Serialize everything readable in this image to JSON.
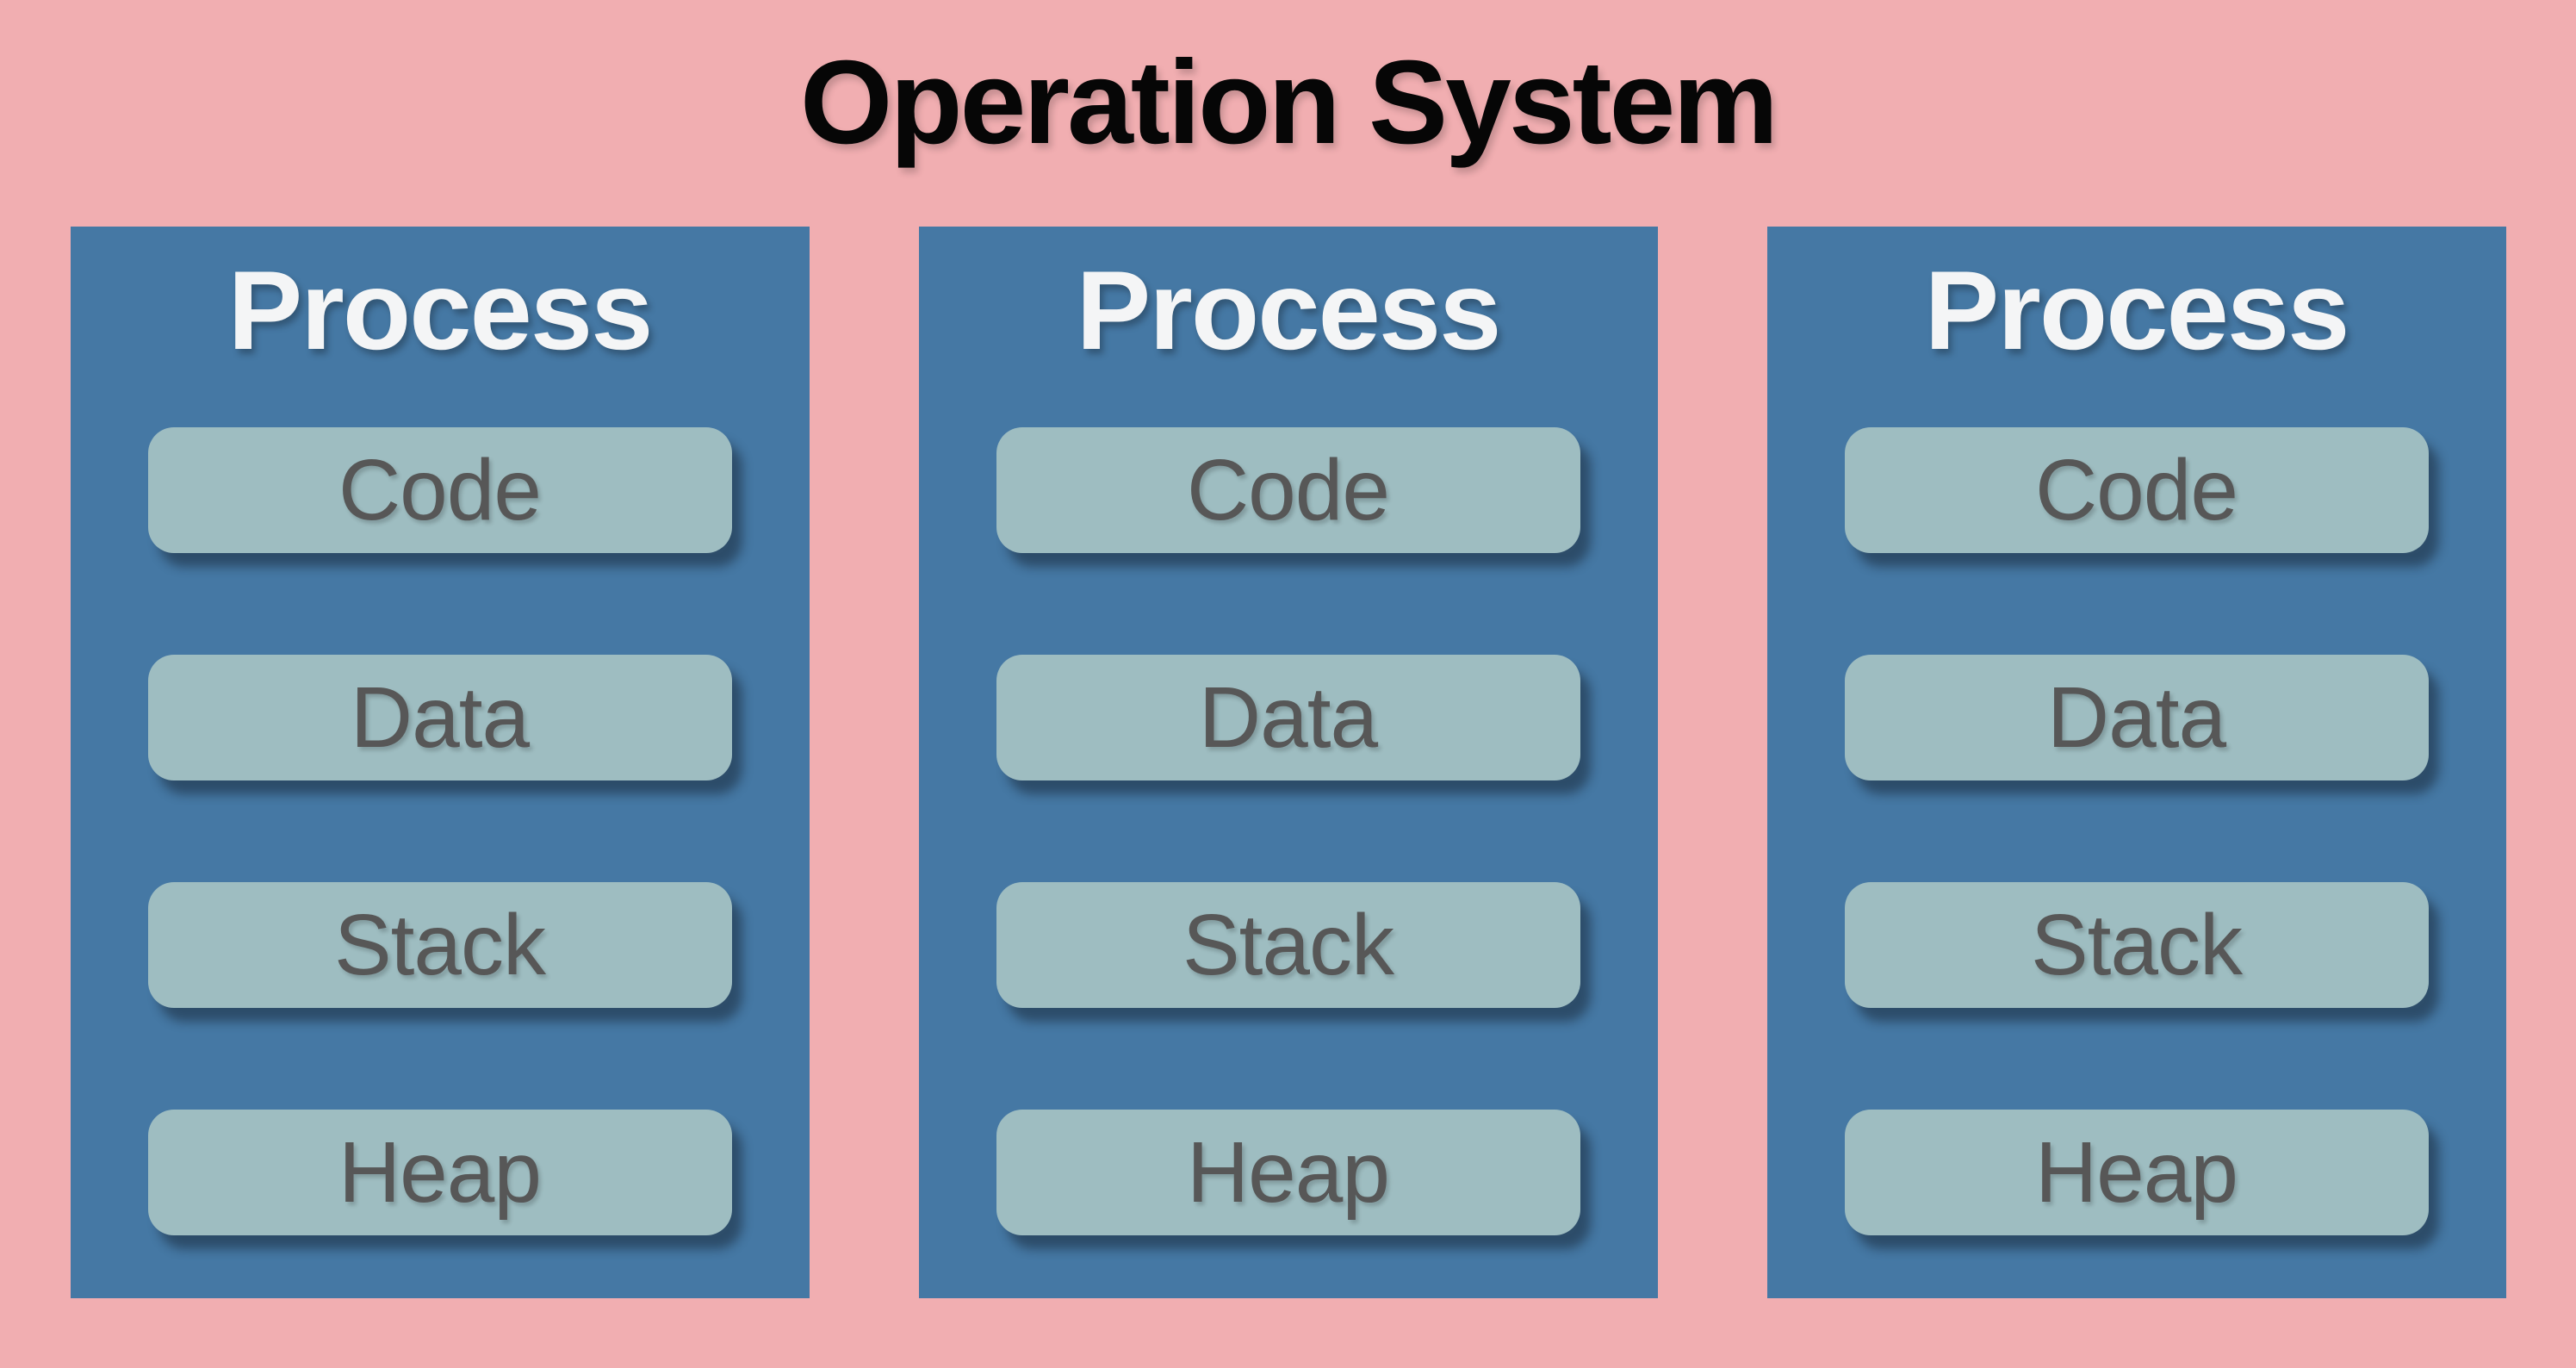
{
  "title": "Operation System",
  "colors": {
    "bg": "#F1AEB1",
    "process-fill": "#4578A4",
    "segment-fill": "#9EBDC1",
    "segment-text": "#575757",
    "process-title-text": "#F4F5F6",
    "title-text": "#060606"
  },
  "processes": [
    {
      "title": "Process",
      "segments": [
        "Code",
        "Data",
        "Stack",
        "Heap"
      ]
    },
    {
      "title": "Process",
      "segments": [
        "Code",
        "Data",
        "Stack",
        "Heap"
      ]
    },
    {
      "title": "Process",
      "segments": [
        "Code",
        "Data",
        "Stack",
        "Heap"
      ]
    }
  ]
}
